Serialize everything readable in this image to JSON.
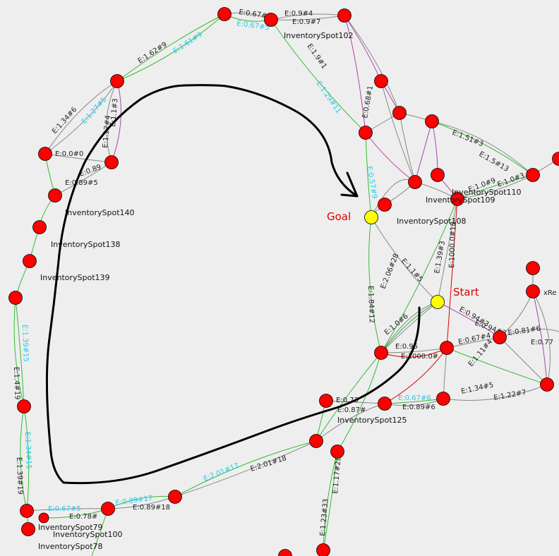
{
  "annotations": {
    "goal": "Goal",
    "start": "Start"
  },
  "node_labels": [
    "InventorySpot102",
    "InventorySpot140",
    "InventorySpot138",
    "InventorySpot139",
    "InventorySpot110",
    "InventorySpot109",
    "InventorySpot108",
    "InventorySpot125",
    "InventorySpot79",
    "InventorySpot100",
    "InventorySpot78"
  ],
  "edge_labels": {
    "e1": "E:0.67#5",
    "e2": "E:0.67#5",
    "e3": "E:0.9#4",
    "e4": "E:0.9#7",
    "e5": "E:1.62#9",
    "e6": "E:1.61#9",
    "e7": "E:1.9#1",
    "e8": "E:1.29#11",
    "e9": "E:1.34#6",
    "e10": "E:1.27#5",
    "e11": "E:1.1#3",
    "e12": "E:1.12#4",
    "e13": "E:0.0#0",
    "e14": "E:0.89#5",
    "e15": "E:0.89",
    "e16": "E:1.51#3",
    "e17": "E:1.5#13",
    "e18": "E:1.0#9",
    "e19": "E:1.0#3",
    "e20": "E:1.39#3",
    "e21": "E:1000.0#18",
    "e22": "E:1.84#12",
    "e23": "E:2.06#28",
    "e24": "E:1.1#5",
    "e25": "E:0.94#3",
    "e26": "E:0.94#3",
    "e27": "E:0.67#4",
    "e28": "E:0.81#6",
    "e29": "E:0.77",
    "e30": "E:1.0#6",
    "e31": "E:1000.0#",
    "e32": "E:1.11#4",
    "e33": "E:1.34#5",
    "e34": "E:1.22#7",
    "e35": "E:0.89#6",
    "e36": "E:0.67#6",
    "e37": "E:0.87#",
    "e38": "E:0.73",
    "e39": "E:2.01#17",
    "e40": "E:2.01#18",
    "e41": "E:0.89#17",
    "e42": "E:0.89#18",
    "e43": "E:0.67#5",
    "e44": "E:0.78#",
    "e45": "E:1.17#28",
    "e46": "E:1.23#33",
    "e47": "E:1.4#19",
    "e48": "E:1.39#15",
    "e49": "E:1.34#15",
    "e50": "E:1.39#19",
    "e51": "xRe",
    "e52": "E:0.95",
    "e53": "E:0.68#1",
    "e54": "E:0.57#9"
  },
  "colors": {
    "background": "#eeeeee",
    "node_fill": "#ff0000",
    "special_node_fill": "#ffff00",
    "edge_green": "#33bb33",
    "edge_purple": "#aa44aa",
    "edge_gray": "#888888",
    "edge_red": "#dd0000",
    "label_cyan": "#22ccee",
    "annotation_red": "#dd0000",
    "drawing_stroke": "#000000"
  }
}
